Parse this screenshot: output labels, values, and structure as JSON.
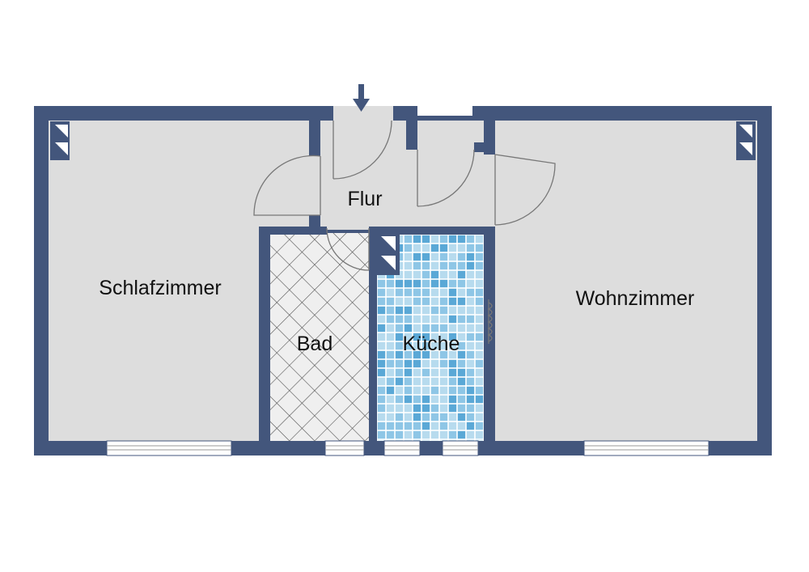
{
  "rooms": {
    "schlafzimmer": "Schlafzimmer",
    "flur": "Flur",
    "bad": "Bad",
    "kueche": "Küche",
    "wohnzimmer": "Wohnzimmer"
  },
  "colors": {
    "wall": "#43567c",
    "floor": "#dddddd",
    "bath_floor": "#efefef",
    "tile_light": "#b7dbee",
    "tile_mid": "#8ec6e6",
    "tile_dark": "#5aa8d6",
    "door_line": "#777777"
  },
  "icons": [
    "entrance-arrow-icon",
    "ventilation-shaft-icon",
    "radiator-icon"
  ]
}
